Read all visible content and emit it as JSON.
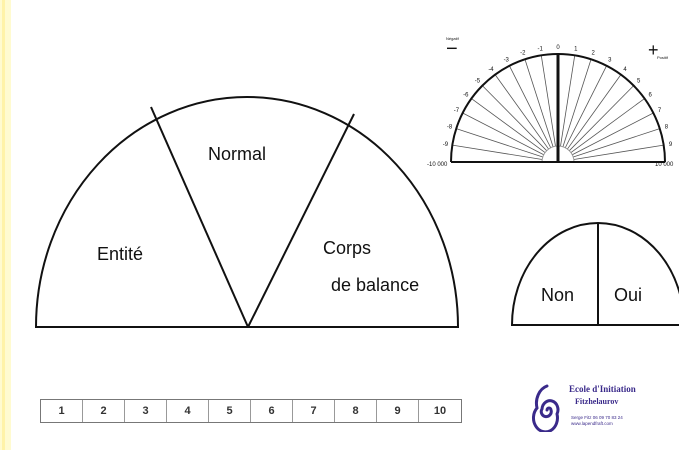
{
  "big_pendulum": {
    "left_label": "Entité",
    "middle_label": "Normal",
    "right_label_line1": "Corps",
    "right_label_line2": "de balance"
  },
  "dial": {
    "minus_symbol": "−",
    "minus_caption": "Négatif",
    "plus_symbol": "+",
    "plus_caption": "Positif",
    "left_end_label": "-10 000",
    "right_end_label": "10 000",
    "ticks_negative": [
      "-1",
      "-2",
      "-3",
      "-4",
      "-5",
      "-6",
      "-7",
      "-8",
      "-9"
    ],
    "tick_zero": "0",
    "ticks_positive": [
      "1",
      "2",
      "3",
      "4",
      "5",
      "6",
      "7",
      "8",
      "9"
    ]
  },
  "yes_no": {
    "left_label": "Non",
    "right_label": "Oui"
  },
  "scale": {
    "cells": [
      "1",
      "2",
      "3",
      "4",
      "5",
      "6",
      "7",
      "8",
      "9",
      "10"
    ]
  },
  "logo": {
    "title": "Ecole d'Initiation",
    "subtitle": "Fitzhelaurov",
    "contact": "Serge Fitz 06 09 70 83 24 www.lapendfraft.com"
  },
  "colors": {
    "line": "#111111",
    "logo_accent": "#3a2a8a",
    "stripe": "#fffbd0"
  }
}
